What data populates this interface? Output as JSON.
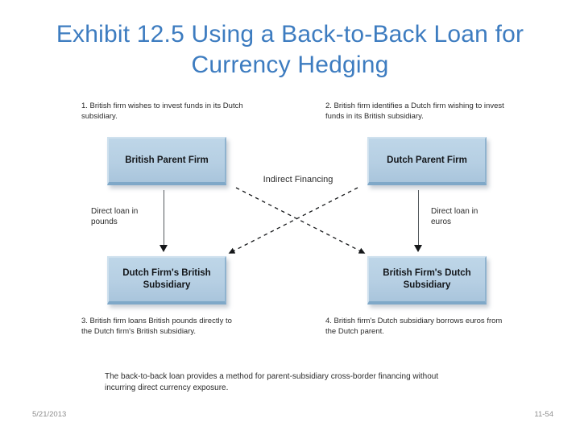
{
  "slide": {
    "title": "Exhibit 12.5  Using a Back-to-Back Loan for Currency Hedging"
  },
  "diagram": {
    "steps": [
      {
        "id": "step-1",
        "text": "1. British firm wishes to invest funds in its Dutch subsidiary."
      },
      {
        "id": "step-2",
        "text": "2. British firm identifies a Dutch firm wishing to invest funds in its British subsidiary."
      },
      {
        "id": "step-3",
        "text": "3. British firm loans British pounds directly to the Dutch firm's British subsidiary."
      },
      {
        "id": "step-4",
        "text": "4. British firm's Dutch subsidiary borrows euros from the Dutch parent."
      }
    ],
    "boxes": {
      "british_parent": "British Parent Firm",
      "dutch_parent": "Dutch Parent Firm",
      "dutch_firms_british_subsidiary": "Dutch Firm's British Subsidiary",
      "british_firms_dutch_subsidiary": "British Firm's Dutch Subsidiary"
    },
    "labels": {
      "indirect_financing": "Indirect Financing",
      "direct_loan_pounds": "Direct loan in pounds",
      "direct_loan_euros": "Direct loan in euros"
    },
    "summary": "The back-to-back loan provides a method for parent-subsidiary cross-border financing without incurring direct currency exposure."
  },
  "footer": {
    "date": "5/21/2013",
    "page_number": "11-54"
  },
  "colors": {
    "title_blue": "#3d7cc0",
    "box_fill": "#b6cfe3",
    "box_shadow_edge": "#7fa8c8",
    "body_text": "#2b2b2b",
    "footer_text": "#8e8e8e"
  }
}
